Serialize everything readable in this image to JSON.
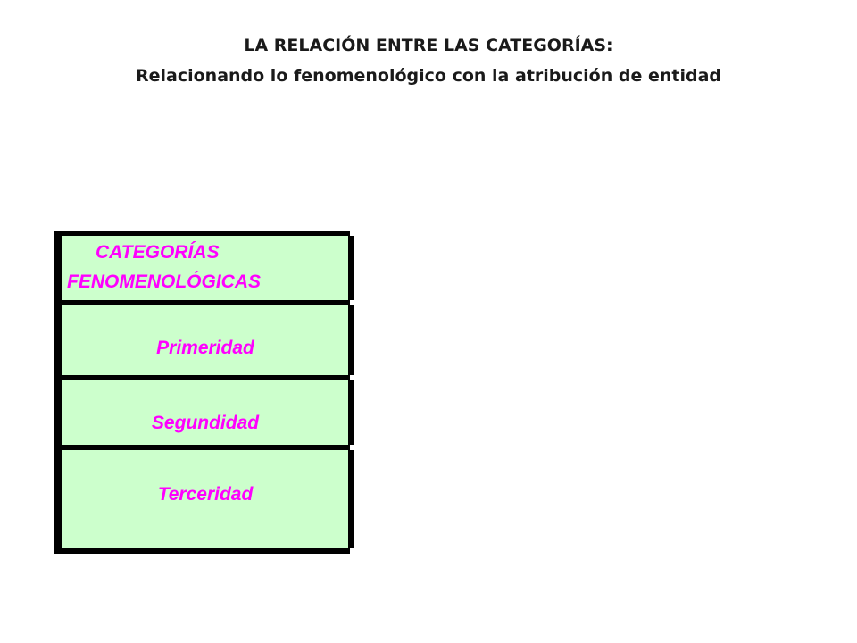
{
  "slide": {
    "title_line1": "LA RELACIÓN ENTRE LAS CATEGORÍAS:",
    "title_line2": "Relacionando lo fenomenológico con la atribución de entidad"
  },
  "table": {
    "header_line1": "CATEGORÍAS",
    "header_line2": "FENOMENOLÓGICAS",
    "rows": [
      {
        "label": "Primeridad"
      },
      {
        "label": "Segundidad"
      },
      {
        "label": "Terceridad"
      }
    ],
    "colors": {
      "cell_background": "#ccffcc",
      "text": "#ff00ff",
      "border": "#000000"
    }
  }
}
